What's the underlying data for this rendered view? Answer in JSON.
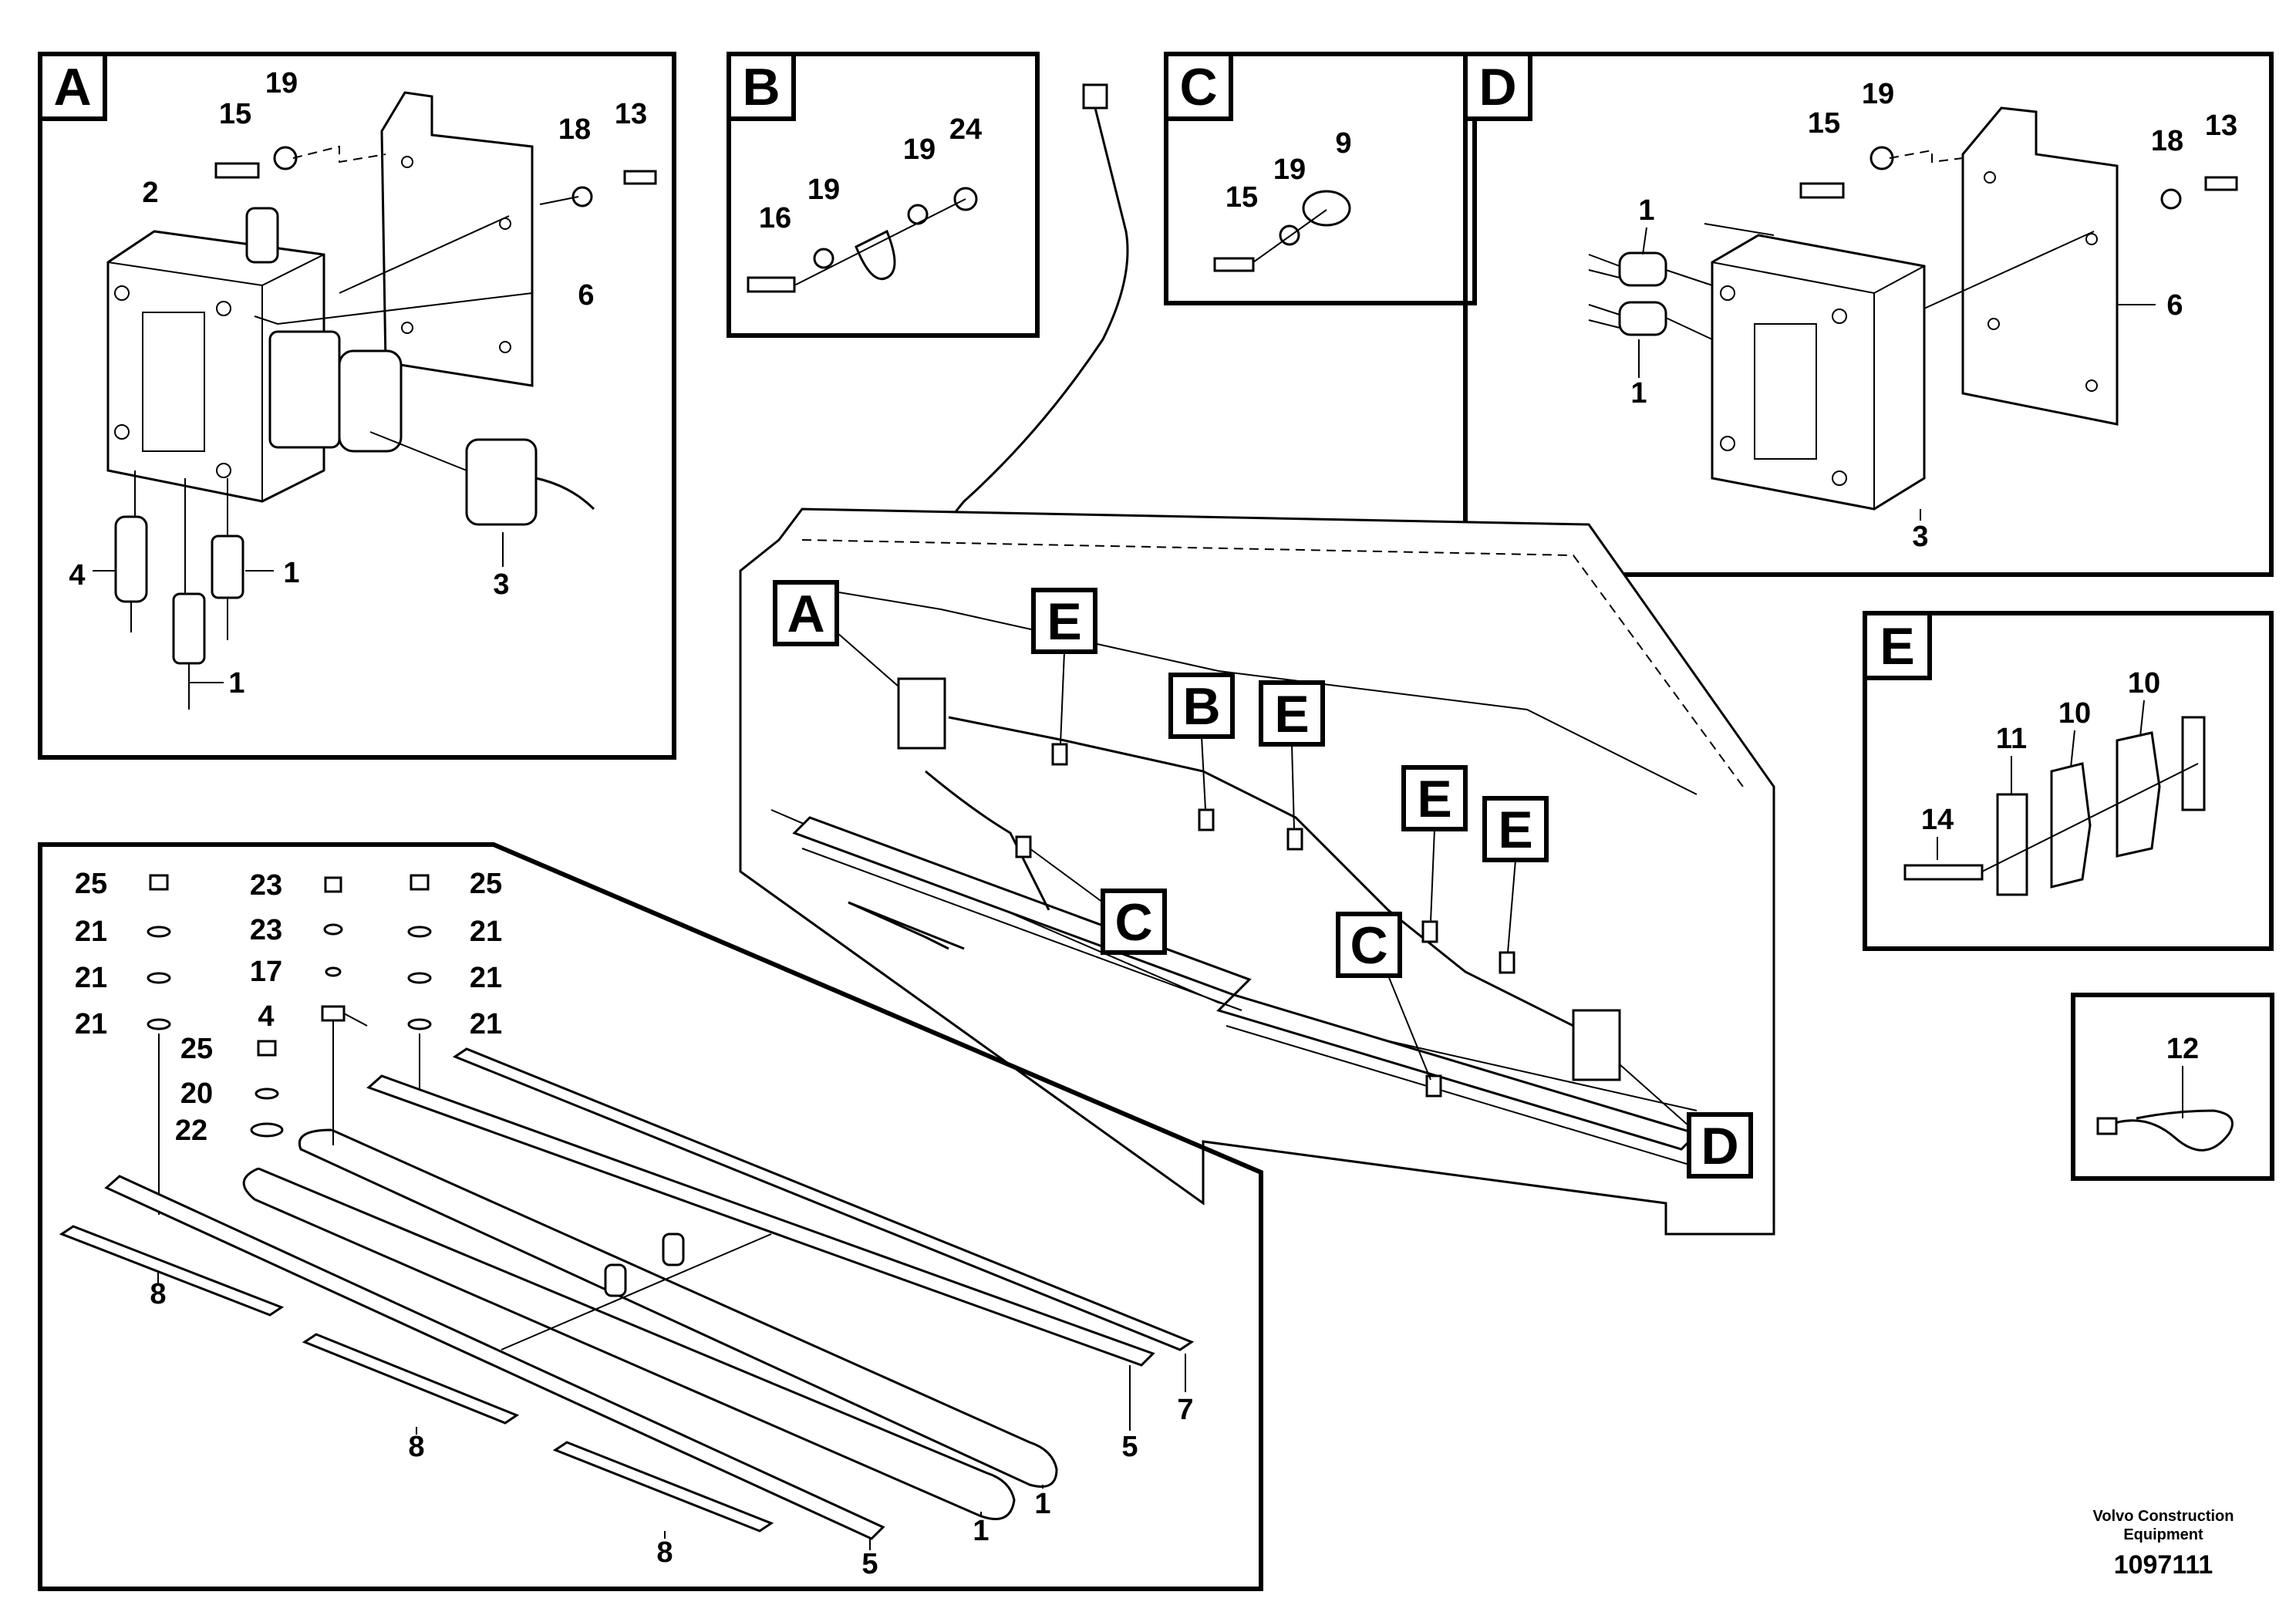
{
  "panels": {
    "A": {
      "letter": "A",
      "labels": {
        "p15": "15",
        "p19": "19",
        "p18": "18",
        "p13": "13",
        "p2": "2",
        "p6": "6",
        "p3": "3",
        "p4": "4",
        "p1a": "1",
        "p1b": "1"
      }
    },
    "B": {
      "letter": "B",
      "labels": {
        "p16": "16",
        "p19a": "19",
        "p19b": "19",
        "p24": "24"
      }
    },
    "C": {
      "letter": "C",
      "labels": {
        "p15": "15",
        "p19": "19",
        "p9": "9"
      }
    },
    "D": {
      "letter": "D",
      "labels": {
        "p15": "15",
        "p19": "19",
        "p18": "18",
        "p13": "13",
        "p1a": "1",
        "p1b": "1",
        "p6": "6",
        "p3": "3"
      }
    },
    "E": {
      "letter": "E",
      "labels": {
        "p14": "14",
        "p11": "11",
        "p10a": "10",
        "p10b": "10"
      }
    },
    "P12": {
      "labels": {
        "p12": "12"
      }
    },
    "rail": {
      "labels": {
        "l25a": "25",
        "l21a": "21",
        "l21b": "21",
        "l21c": "21",
        "l23a": "23",
        "l23b": "23",
        "l17": "17",
        "l4": "4",
        "l25b": "25",
        "l20": "20",
        "l22": "22",
        "r25": "25",
        "r21a": "21",
        "r21b": "21",
        "r21c": "21",
        "l8a": "8",
        "l8b": "8",
        "l8c": "8",
        "l5a": "5",
        "l5b": "5",
        "l7": "7",
        "l1a": "1",
        "l1b": "1"
      }
    }
  },
  "callouts": {
    "A": "A",
    "B": "B",
    "C1": "C",
    "C2": "C",
    "D": "D",
    "E1": "E",
    "E2": "E",
    "E3": "E",
    "E4": "E"
  },
  "footer": {
    "company_line1": "Volvo Construction",
    "company_line2": "Equipment",
    "doc_number": "1097111"
  }
}
